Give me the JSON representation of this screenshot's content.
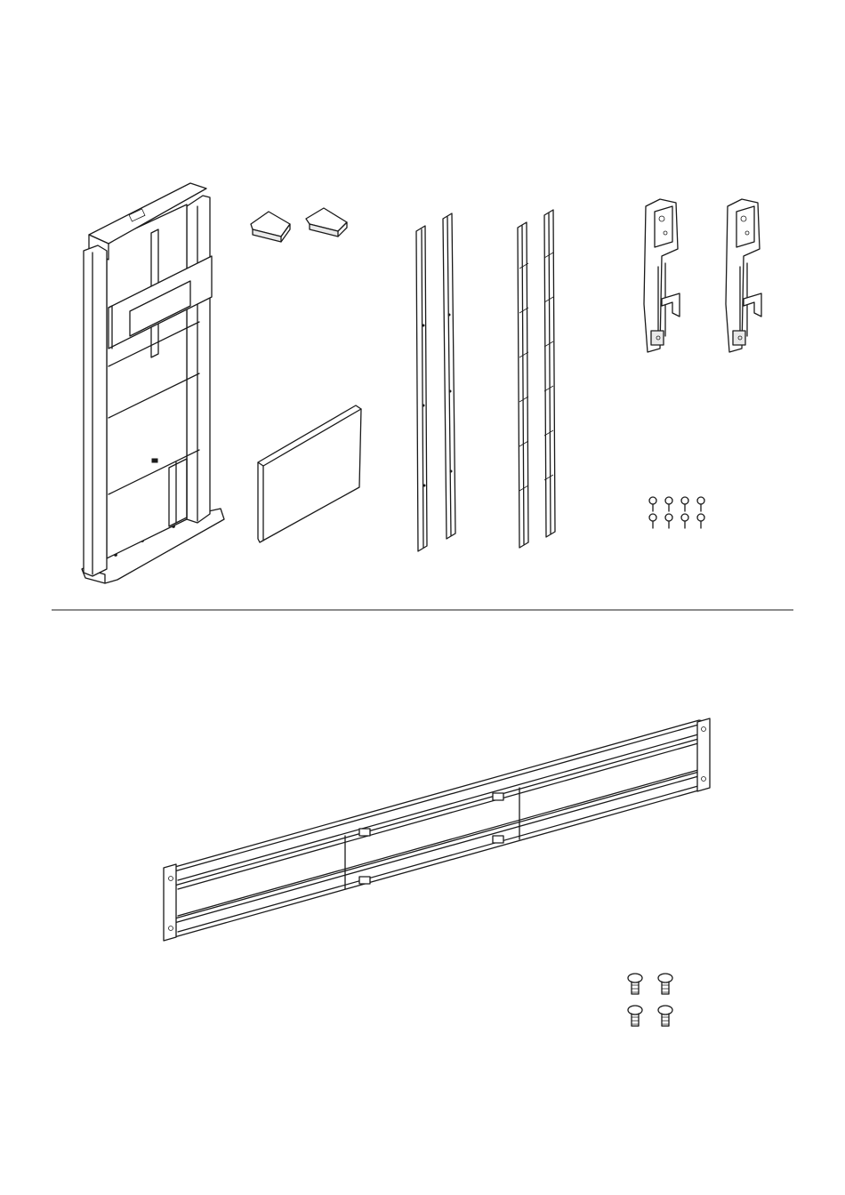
{
  "diagram": {
    "type": "exploded-parts-view",
    "line_color": "#1a1a1a",
    "background": "#ffffff",
    "sections": [
      {
        "id": "top",
        "parts": [
          {
            "part": "floor-stand-column",
            "quantity": 1
          },
          {
            "part": "end-cap",
            "quantity": 2
          },
          {
            "part": "front-cover-panel",
            "quantity": 1
          },
          {
            "part": "side-trim-strip",
            "quantity": 2
          },
          {
            "part": "cable-channel-strip",
            "quantity": 2
          },
          {
            "part": "mounting-bracket",
            "quantity": 2
          },
          {
            "part": "screw",
            "quantity": 8
          }
        ]
      },
      {
        "id": "bottom",
        "parts": [
          {
            "part": "horizontal-mounting-rail",
            "quantity": 1
          },
          {
            "part": "bolt",
            "quantity": 4
          }
        ]
      }
    ]
  }
}
